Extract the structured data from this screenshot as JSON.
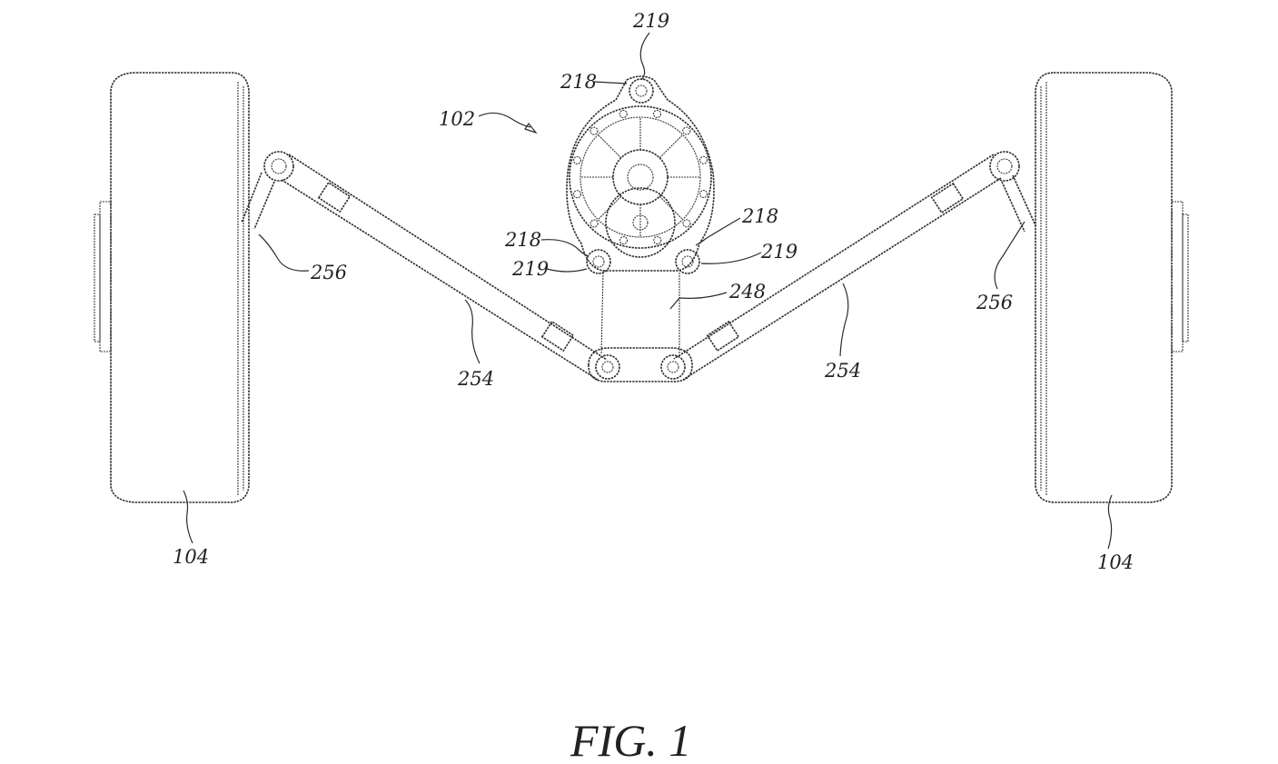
{
  "figure": {
    "caption": "FIG. 1",
    "refs": {
      "assembly": "102",
      "wheel": "104",
      "mount_point": "218",
      "mount_hole": "219",
      "bracket": "248",
      "link_arm": "254",
      "strut": "256"
    }
  },
  "colors": {
    "ink": "#2b2b2b",
    "paper": "#ffffff"
  }
}
